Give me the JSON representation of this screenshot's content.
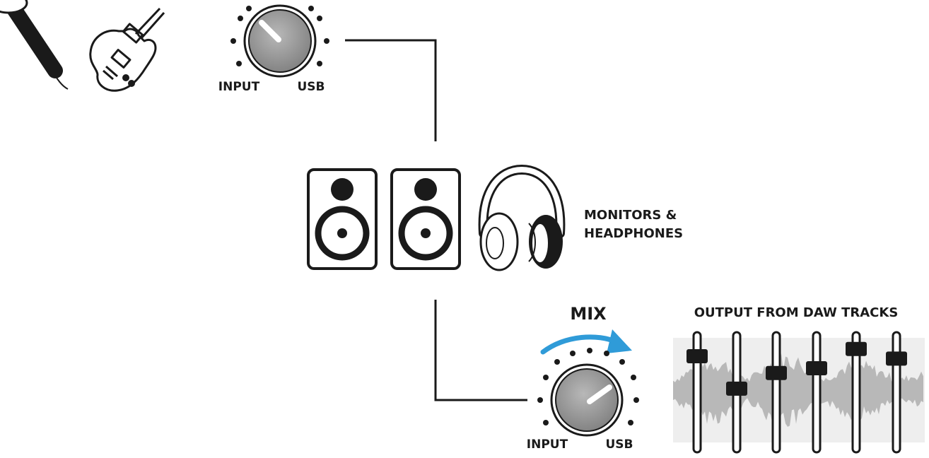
{
  "top_knob": {
    "left_label": "INPUT",
    "right_label": "USB",
    "setting": "INPUT"
  },
  "monitors": {
    "label_line1": "MONITORS &",
    "label_line2": "HEADPHONES"
  },
  "mix_knob": {
    "title": "MIX",
    "left_label": "INPUT",
    "right_label": "USB",
    "setting": "USB"
  },
  "daw": {
    "title": "OUTPUT FROM DAW TRACKS",
    "fader_levels": [
      0.8,
      0.53,
      0.66,
      0.7,
      0.86,
      0.78
    ]
  },
  "colors": {
    "arrow": "#2f9bd8",
    "ink": "#1a1a1a",
    "knob": "#9a9a9a",
    "wave_bg": "#eeeeee",
    "wave": "#b8b8b8"
  },
  "icons": [
    "microphone-icon",
    "guitar-icon",
    "speaker-icon",
    "headphones-icon"
  ]
}
